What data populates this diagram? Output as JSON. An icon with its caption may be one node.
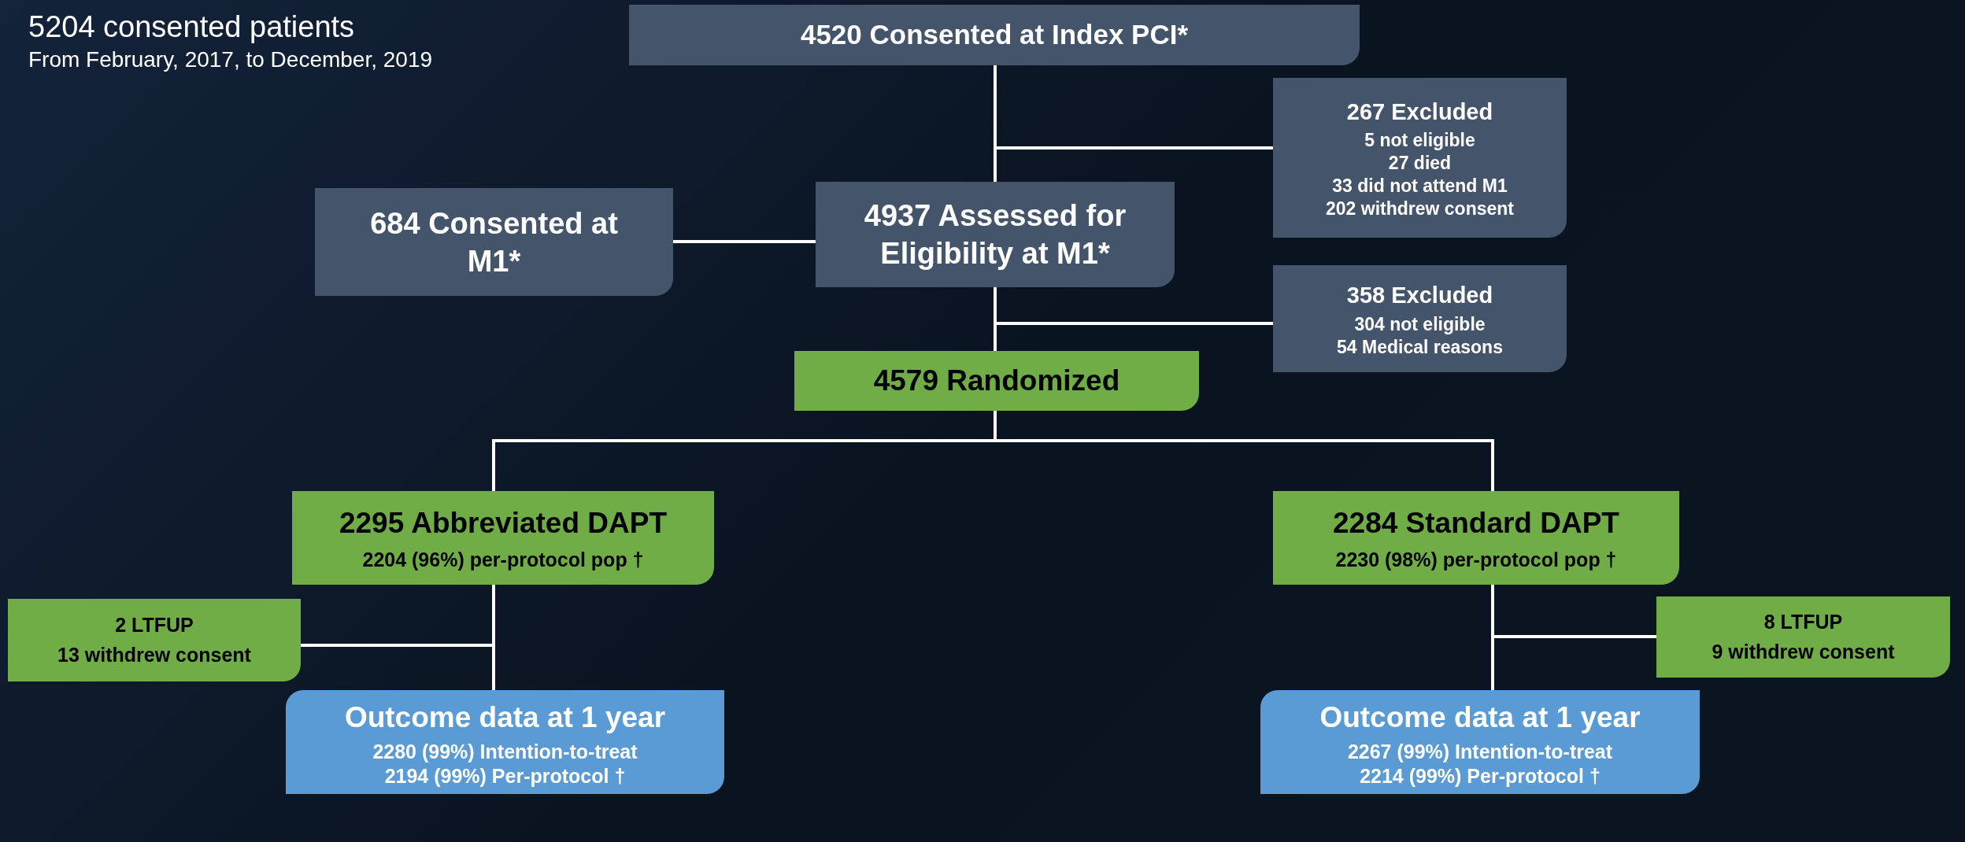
{
  "diagram": {
    "title": "5204 consented patients",
    "labels": [
      "From February, 2017, to December, 2019"
    ],
    "nodes": [
      {
        "text": [
          "4520 Consented at Index PCI*"
        ]
      },
      {
        "text": [
          "267 Excluded",
          "5 not eligible",
          "27 died",
          "33 did not attend M1",
          "202 withdrew consent"
        ]
      },
      {
        "text": [
          "684 Consented at M1*"
        ]
      },
      {
        "text": [
          "4937 Assessed for Eligibility at M1*"
        ]
      },
      {
        "text": [
          "358 Excluded",
          "304 not eligible",
          "54 Medical reasons"
        ]
      },
      {
        "text": [
          "4579 Randomized"
        ]
      },
      {
        "text": [
          "2295 Abbreviated DAPT",
          "2204 (96%) per-protocol pop †"
        ]
      },
      {
        "text": [
          "2284 Standard DAPT",
          "2230 (98%) per-protocol pop †"
        ]
      },
      {
        "text": [
          "2 LTFUP",
          "13 withdrew consent"
        ]
      },
      {
        "text": [
          "8 LTFUP",
          "9 withdrew consent"
        ]
      },
      {
        "text": [
          "Outcome data at 1 year",
          "2280 (99%) Intention-to-treat",
          "2194 (99%) Per-protocol †"
        ]
      },
      {
        "text": [
          "Outcome data at 1 year",
          "2267 (99%) Intention-to-treat",
          "2214 (99%) Per-protocol †"
        ]
      }
    ],
    "edges": [
      {
        "from": 0,
        "to": 3,
        "arrow": "none"
      },
      {
        "from": 0,
        "to": 1,
        "arrow": "none"
      },
      {
        "from": 2,
        "to": 3,
        "arrow": "none"
      },
      {
        "from": 3,
        "to": 5,
        "arrow": "none"
      },
      {
        "from": 3,
        "to": 4,
        "arrow": "none"
      },
      {
        "from": 5,
        "to": 6,
        "arrow": "none"
      },
      {
        "from": 5,
        "to": 7,
        "arrow": "none"
      },
      {
        "from": 6,
        "to": 10,
        "arrow": "none"
      },
      {
        "from": 6,
        "to": 8,
        "arrow": "none"
      },
      {
        "from": 7,
        "to": 11,
        "arrow": "none"
      },
      {
        "from": 7,
        "to": 9,
        "arrow": "none"
      }
    ]
  }
}
